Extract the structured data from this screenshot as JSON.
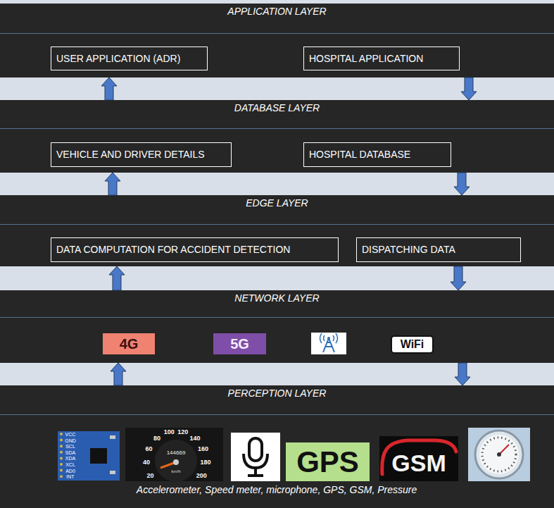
{
  "diagram": {
    "nodes": [
      {
        "text": [
          "APPLICATION LAYER"
        ]
      },
      {
        "text": [
          "USER APPLICATION (ADR)"
        ],
        "in": 0
      },
      {
        "text": [
          "HOSPITAL APPLICATION"
        ],
        "in": 0
      },
      {
        "text": [
          "DATABASE LAYER"
        ]
      },
      {
        "text": [
          "VEHICLE AND DRIVER DETAILS"
        ],
        "in": 3
      },
      {
        "text": [
          "HOSPITAL DATABASE"
        ],
        "in": 3
      },
      {
        "text": [
          "EDGE LAYER"
        ]
      },
      {
        "text": [
          "DATA COMPUTATION FOR ACCIDENT DETECTION"
        ],
        "in": 6
      },
      {
        "text": [
          "DISPATCHING DATA"
        ],
        "in": 6
      },
      {
        "text": [
          "NETWORK LAYER"
        ]
      },
      {
        "text": [
          "4G"
        ],
        "in": 9
      },
      {
        "text": [
          "5G"
        ],
        "in": 9
      },
      {
        "text": [
          "WiFi"
        ],
        "in": 9
      },
      {
        "text": [
          "PERCEPTION LAYER"
        ]
      },
      {
        "text": [
          "GPS"
        ],
        "in": 13
      },
      {
        "text": [
          "GSM"
        ],
        "in": 13
      }
    ],
    "edges": [
      {
        "from": 3,
        "to": 0,
        "arrow": "to"
      },
      {
        "from": 0,
        "to": 3,
        "arrow": "to"
      },
      {
        "from": 6,
        "to": 3,
        "arrow": "to"
      },
      {
        "from": 3,
        "to": 6,
        "arrow": "to"
      },
      {
        "from": 9,
        "to": 6,
        "arrow": "to"
      },
      {
        "from": 6,
        "to": 9,
        "arrow": "to"
      },
      {
        "from": 13,
        "to": 9,
        "arrow": "to"
      },
      {
        "from": 9,
        "to": 13,
        "arrow": "to"
      }
    ],
    "labels": [
      "VCC",
      "GND",
      "SCL",
      "SDA",
      "XDA",
      "XCL",
      "AD0",
      "INT",
      "20",
      "40",
      "60",
      "80",
      "100",
      "120",
      "140",
      "160",
      "180",
      "200",
      "144669",
      "km/h",
      "Accelerometer, Speed meter, microphone, GPS, GSM, Pressure"
    ]
  }
}
